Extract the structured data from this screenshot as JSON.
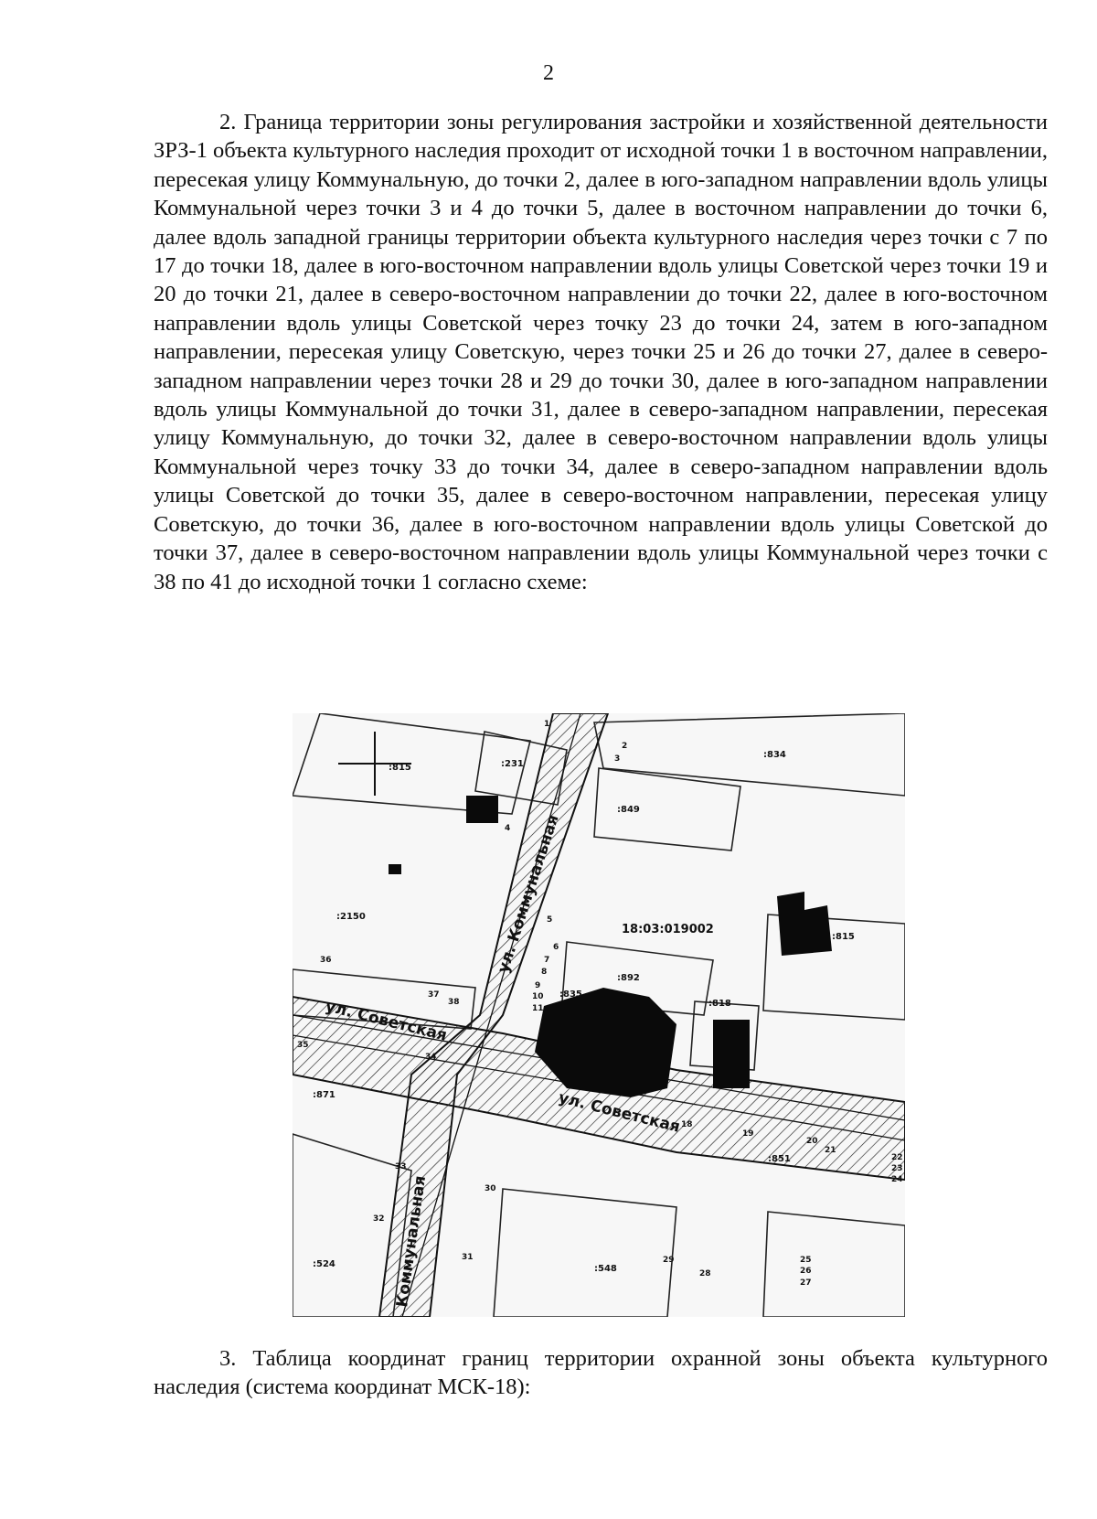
{
  "page_number": "2",
  "section_2": {
    "number": "2.",
    "text": "Граница территории зоны регулирования застройки и хозяйственной деятельности ЗРЗ-1 объекта культурного наследия проходит от исходной точки 1 в восточном направлении, пересекая улицу Коммунальную, до точки 2, далее в юго-западном направлении вдоль улицы Коммунальной через точки 3 и 4 до точки 5, далее в восточном направлении до точки 6, далее вдоль западной границы территории объекта культурного наследия через точки с 7 по 17 до точки 18, далее в юго-восточном направлении вдоль улицы Советской через точки 19 и 20 до точки 21, далее в северо-восточном направлении до точки 22, далее в юго-восточном направлении вдоль улицы Советской через точку 23 до точки 24, затем в юго-западном направлении, пересекая улицу Советскую, через точки 25 и 26 до точки 27, далее в северо-западном направлении через точки 28 и 29 до точки 30, далее в юго-западном направлении вдоль улицы Коммунальной до точки 31, далее в северо-западном направлении, пересекая улицу Коммунальную, до точки 32, далее в северо-восточном направлении вдоль улицы Коммунальной через точку 33 до точки 34, далее в северо-западном направлении вдоль улицы Советской до точки 35, далее в северо-восточном направлении, пересекая улицу Советскую, до точки 36, далее в юго-восточном направлении вдоль улицы Советской до точки 37, далее в северо-восточном направлении вдоль улицы Коммунальной через точки с 38 по 41 до исходной точки 1 согласно схеме:"
  },
  "scheme": {
    "cadastral_block": "18:03:019002",
    "streets": [
      "ул. Коммунальная",
      "ул. Советская",
      "ул. Советская",
      "Коммунальная"
    ],
    "parcels": [
      ":815",
      ":231",
      ":834",
      ":849",
      ":2150",
      ":815",
      ":892",
      ":835",
      ":818",
      ":871",
      ":524",
      ":548",
      ":851"
    ],
    "points": [
      "1",
      "2",
      "3",
      "4",
      "5",
      "6",
      "7",
      "8",
      "9",
      "10",
      "11",
      "18",
      "19",
      "20",
      "21",
      "22",
      "23",
      "24",
      "25",
      "26",
      "27",
      "28",
      "29",
      "30",
      "31",
      "32",
      "33",
      "34",
      "35",
      "36",
      "37",
      "38"
    ]
  },
  "section_3": {
    "number": "3.",
    "text": "Таблица координат границ территории охранной зоны объекта культурного наследия (система координат МСК-18):"
  }
}
